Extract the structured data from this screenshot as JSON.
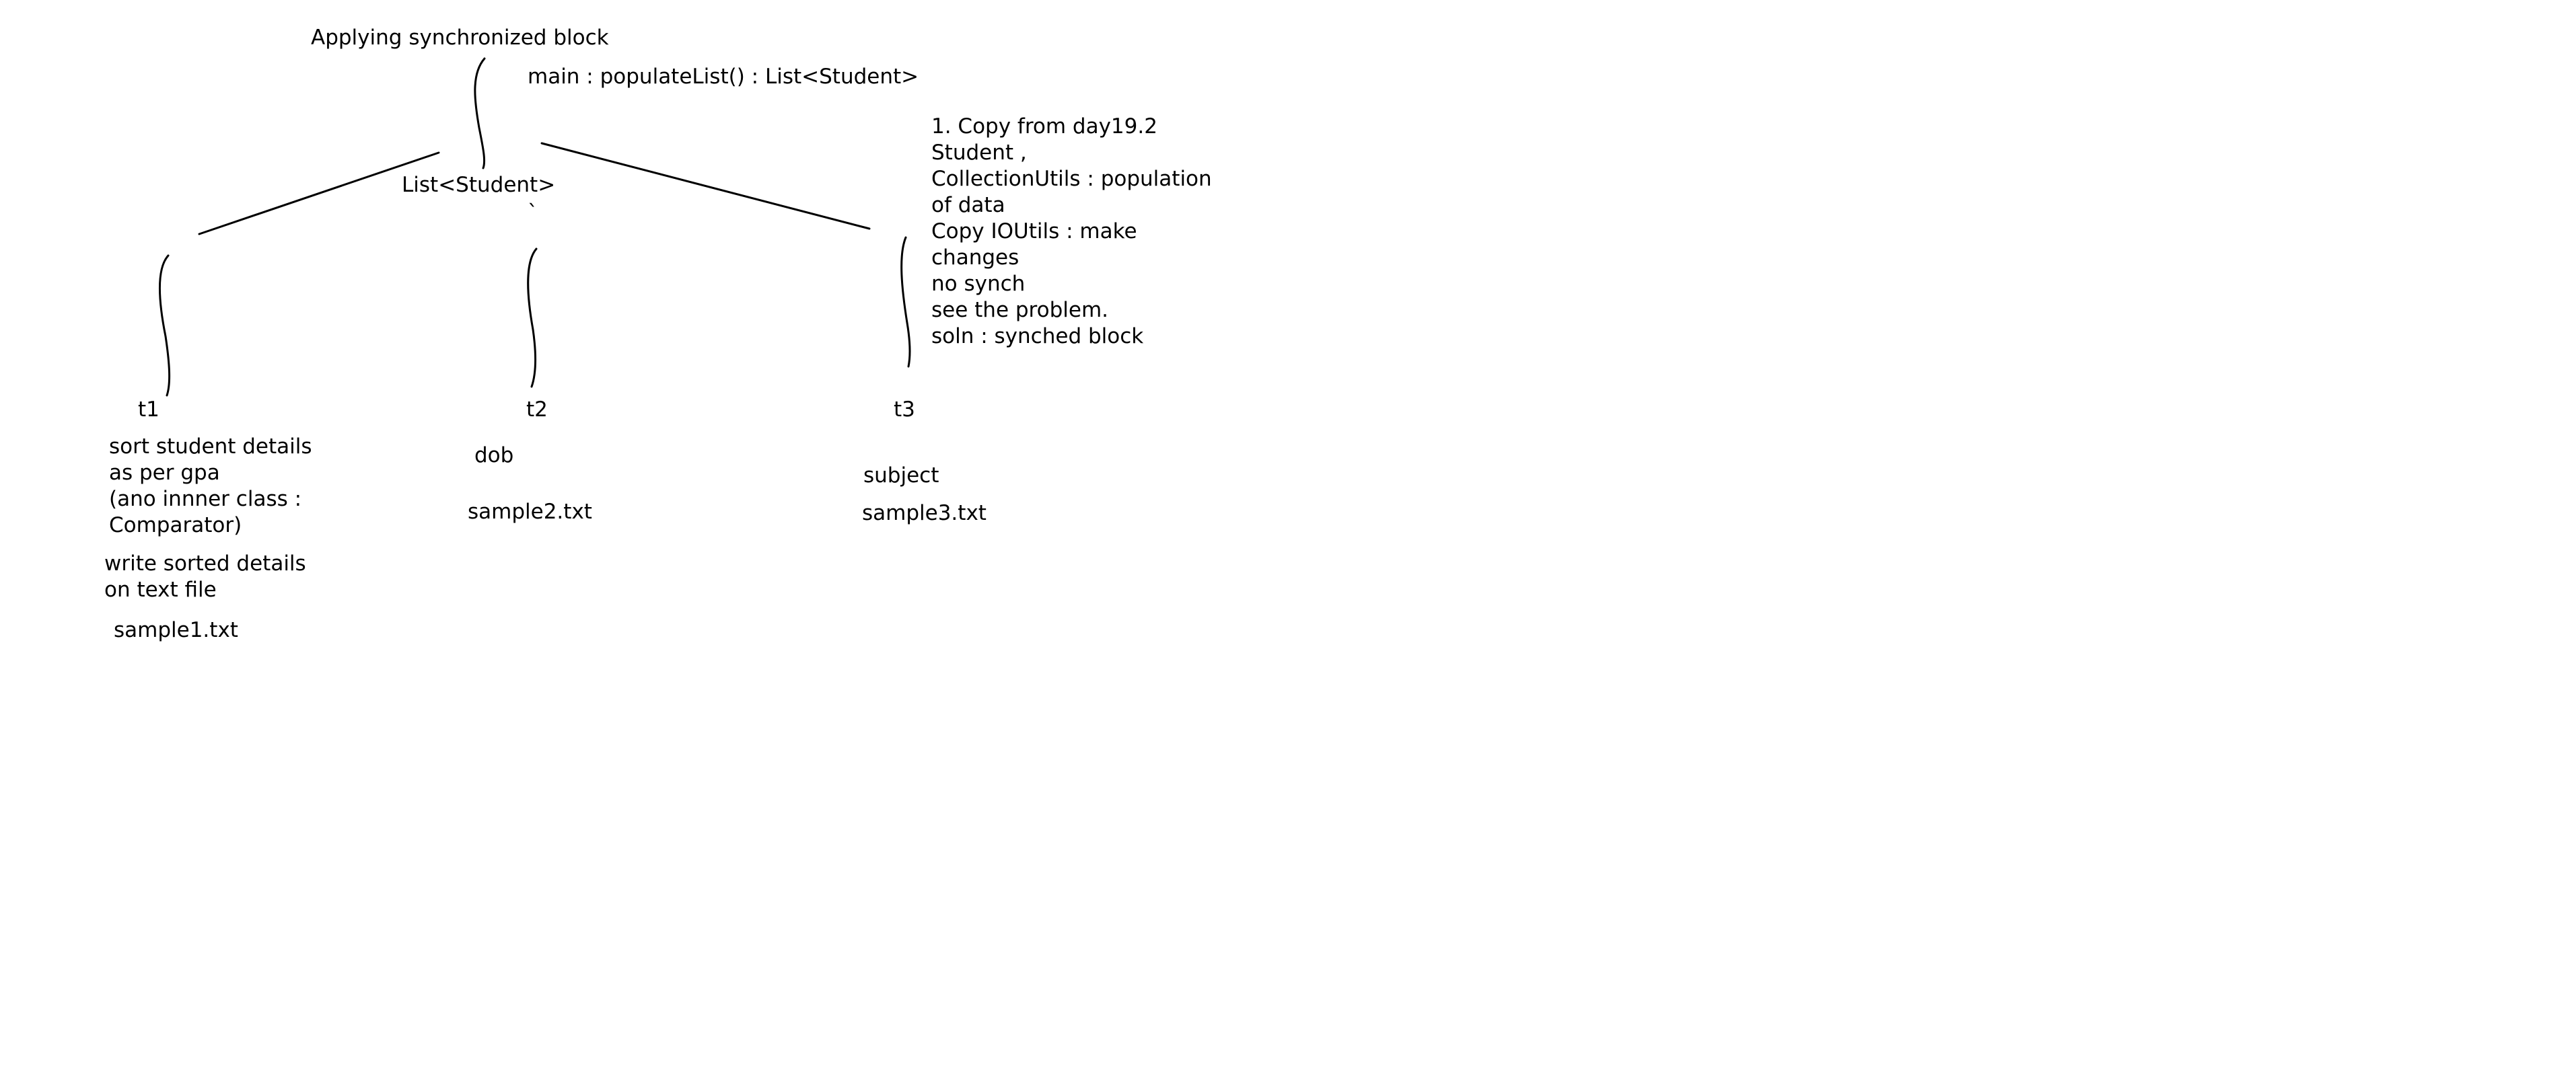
{
  "title": "Applying synchronized block",
  "main_label": "main : populateList() : List<Student>",
  "list_label": "List<Student>",
  "backtick_mark": "`",
  "steps": [
    "1. Copy from day19.2",
    "Student ,",
    "CollectionUtils : population",
    "of data",
    "Copy IOUtils : make",
    "changes",
    "no synch",
    "see the problem.",
    "soln : synched block"
  ],
  "threads": {
    "t1": {
      "name": "t1",
      "task_lines": [
        "sort student details",
        "as per gpa",
        "(ano innner class :",
        "Comparator)"
      ],
      "write_lines": [
        "write sorted details",
        "on text file"
      ],
      "file": "sample1.txt"
    },
    "t2": {
      "name": "t2",
      "key": "dob",
      "file": "sample2.txt"
    },
    "t3": {
      "name": "t3",
      "key": "subject",
      "file": "sample3.txt"
    }
  }
}
